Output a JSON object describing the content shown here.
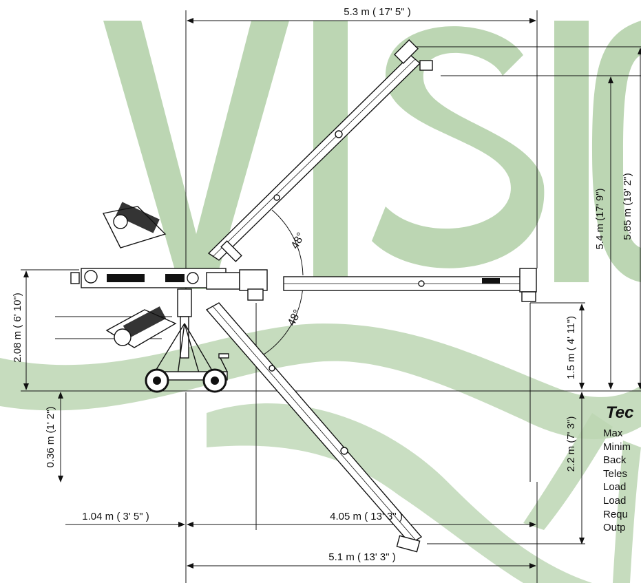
{
  "watermark": {
    "text": "VISIO",
    "color": "#b9d4b0"
  },
  "dimensions": {
    "top_width": "5.3 m ( 17' 5\" )",
    "height_outer": "5.85 m (19' 2\")",
    "height_inner": "5.4 m (17' 9\")",
    "left_height": "2.08 m ( 6' 10\")",
    "below_base": "0.36 m (1' 2\")",
    "pivot_height": "1.5 m ( 4' 11\")",
    "tip_below": "2.2 m (7' 3\")",
    "bottom_left": "1.04 m ( 3' 5\" )",
    "bottom_mid": "4.05 m ( 13' 3\" )",
    "bottom_total": "5.1 m ( 13' 3\" )",
    "angle_up": "48°",
    "angle_down": "48°"
  },
  "specs": {
    "title": "Tec",
    "rows": [
      "Max",
      "Minim",
      "Back",
      "Teles",
      "Load",
      "Load",
      "Requ",
      "Outp"
    ]
  },
  "colors": {
    "line": "#111111",
    "watermark": "#b9d4b0"
  }
}
